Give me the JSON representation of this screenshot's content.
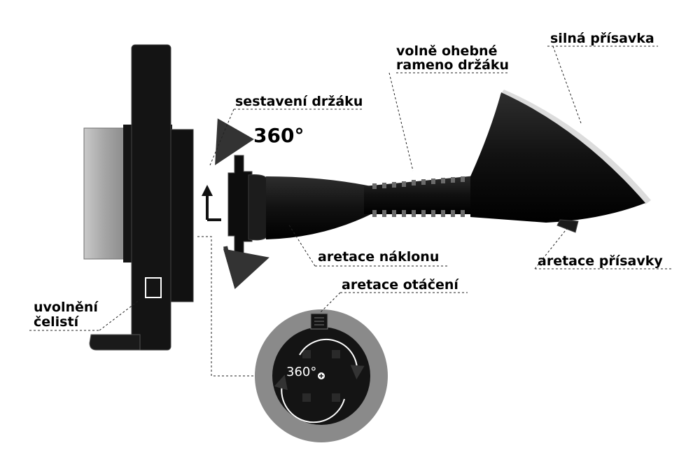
{
  "labels": {
    "volne_ohebne": "volně ohebné",
    "rameno_drzaku": "rameno držáku",
    "silna_prisavka": "silná přísavka",
    "sestaveni_drzaku": "sestavení držáku",
    "rotation_360": "360°",
    "aretace_naklonu": "aretace náklonu",
    "aretace_prisavky": "aretace přísavky",
    "aretace_otaceni": "aretace otáčení",
    "uvolneni": "uvolnění",
    "celisti": "čelistí",
    "rotation_360_detail": "360°"
  },
  "colors": {
    "body": "#141414",
    "gray_plate": "#a3a3a3",
    "detail_ring": "#8a8a8a",
    "suction_rim": "#dcdcdc"
  }
}
